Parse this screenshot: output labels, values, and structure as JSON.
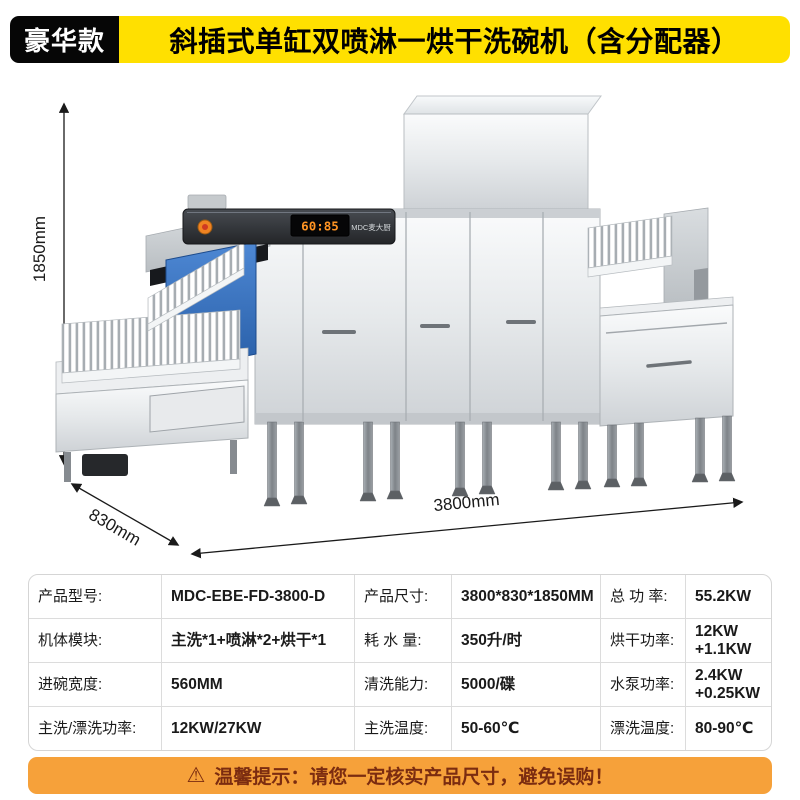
{
  "header": {
    "badge": "豪华款",
    "title": "斜插式单缸双喷淋一烘干洗碗机（含分配器）"
  },
  "figure": {
    "dim_height": "1850mm",
    "dim_depth": "830mm",
    "dim_length": "3800mm",
    "panel_display": "60:85",
    "panel_brand": "MDC麦大厨"
  },
  "specs": {
    "rows": [
      [
        {
          "label": "产品型号:",
          "value": "MDC-EBE-FD-3800-D"
        },
        {
          "label": "产品尺寸:",
          "value": "3800*830*1850MM"
        },
        {
          "label": "总 功 率:",
          "value": "55.2KW"
        }
      ],
      [
        {
          "label": "机体模块:",
          "value": "主洗*1+喷淋*2+烘干*1"
        },
        {
          "label": "耗 水 量:",
          "value": "350升/时"
        },
        {
          "label": "烘干功率:",
          "value": "12KW\n+1.1KW"
        }
      ],
      [
        {
          "label": "进碗宽度:",
          "value": "560MM"
        },
        {
          "label": "清洗能力:",
          "value": "5000/碟"
        },
        {
          "label": "水泵功率:",
          "value": "2.4KW\n+0.25KW"
        }
      ],
      [
        {
          "label": "主洗/漂洗功率:",
          "value": "12KW/27KW"
        },
        {
          "label": "主洗温度:",
          "value": "50-60℃"
        },
        {
          "label": "漂洗温度:",
          "value": "80-90℃"
        }
      ]
    ]
  },
  "notice": {
    "icon": "⚠",
    "text": "温馨提示：请您一定核实产品尺寸，避免误购！"
  },
  "colors": {
    "accent_yellow": "#FFE000",
    "notice_bg": "#F6A13A",
    "notice_text": "#7B2C10",
    "blue_panel": "#2E6BBE",
    "display_orange": "#FF9423"
  }
}
